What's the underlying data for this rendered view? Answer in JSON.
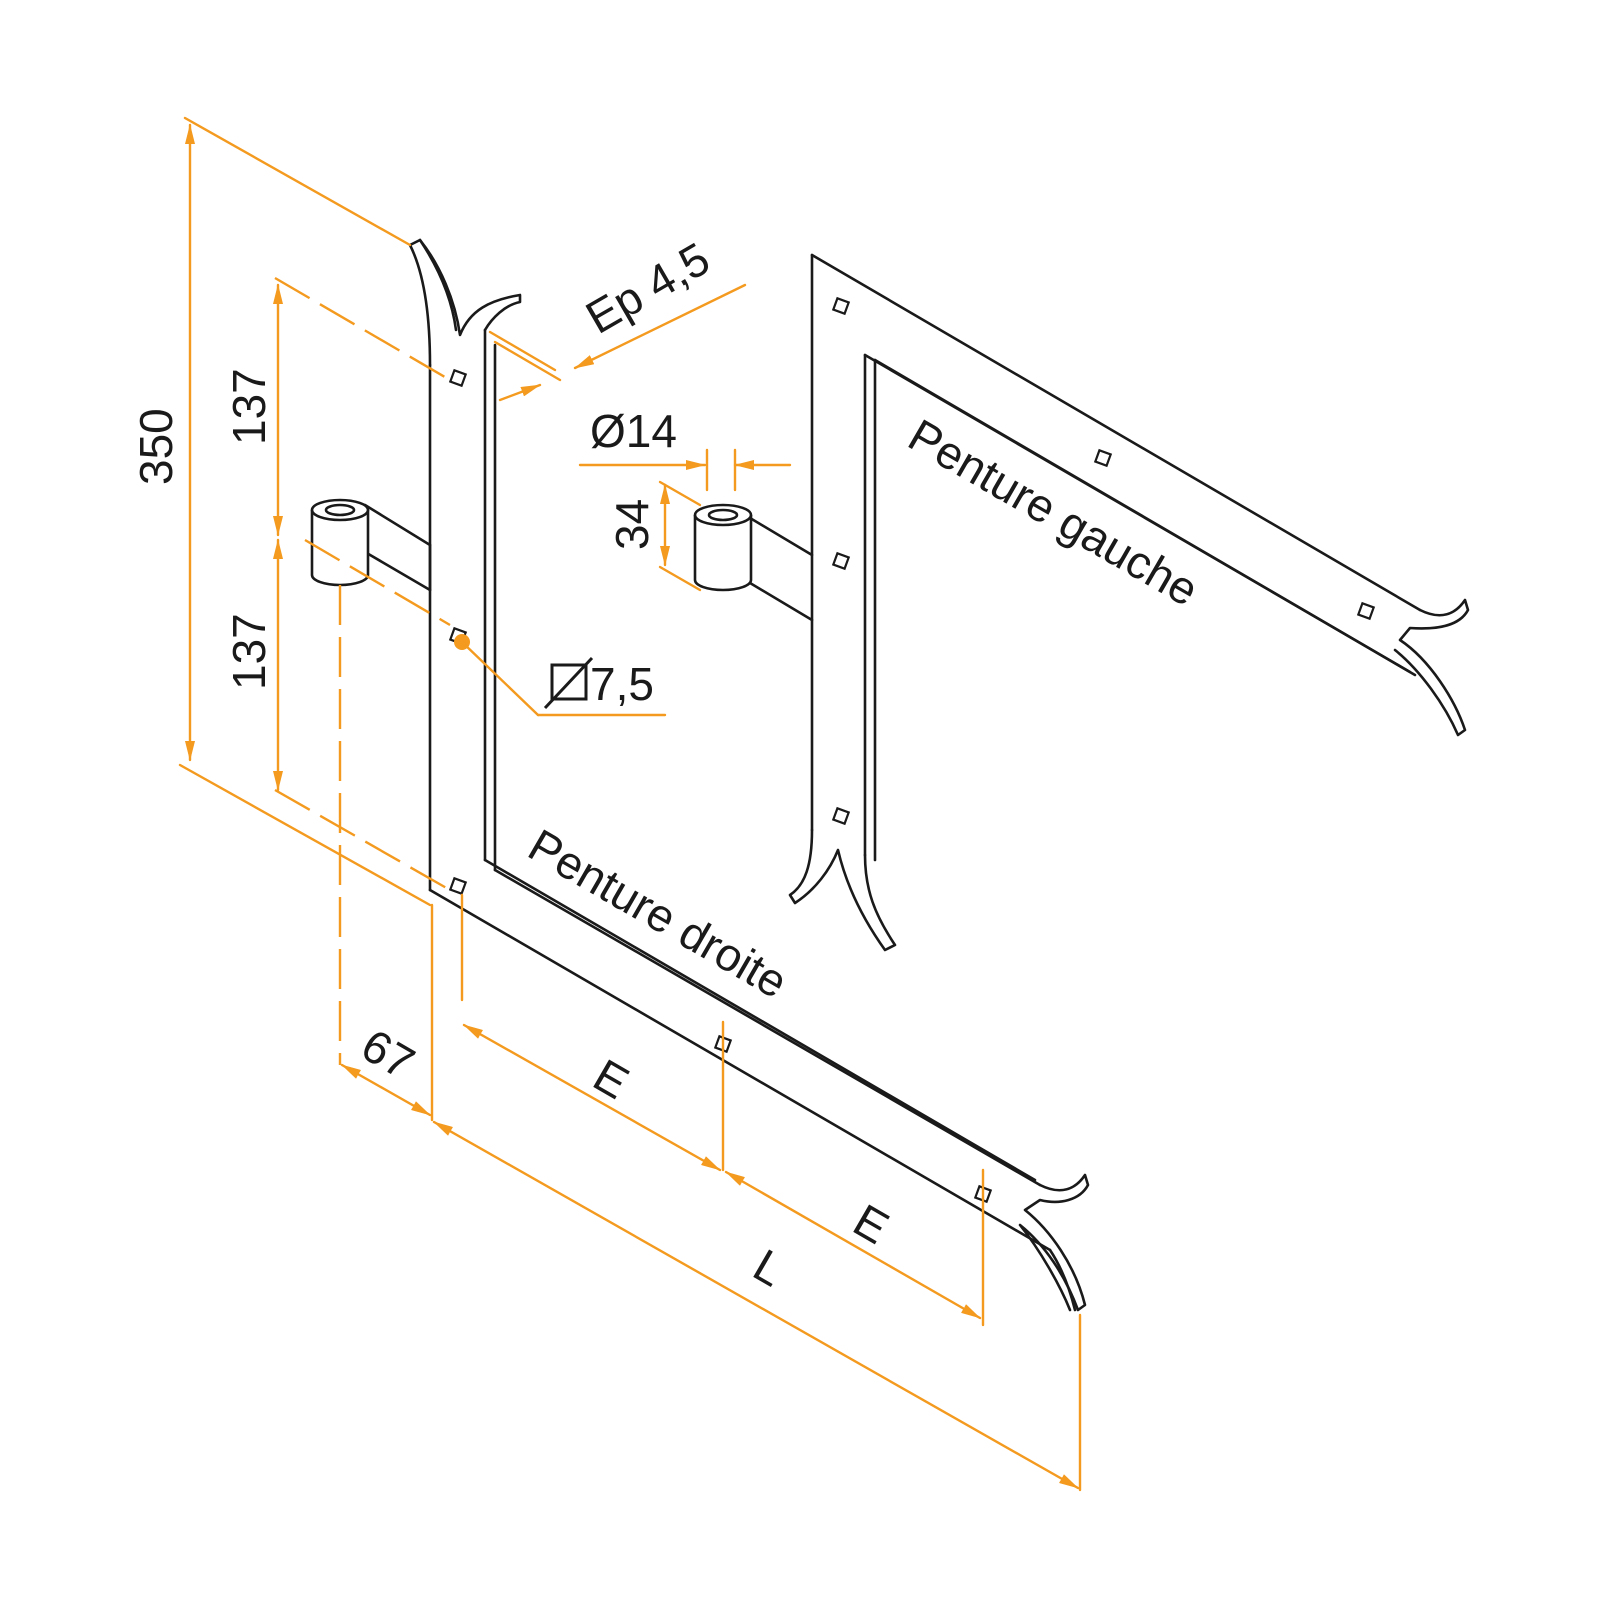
{
  "labels": {
    "right_hinge": "Penture droite",
    "left_hinge": "Penture gauche"
  },
  "dimensions": {
    "total_height": "350",
    "upper_height": "137",
    "lower_height": "137",
    "pin_offset": "67",
    "spacing_1": "E",
    "spacing_2": "E",
    "length": "L",
    "thickness": "Ep 4,5",
    "pin_diameter": "Ø14",
    "knuckle_height": "34",
    "hole_diameter": "7,5"
  },
  "colors": {
    "dimension": "#f39a1f",
    "outline": "#1a1a1a"
  }
}
